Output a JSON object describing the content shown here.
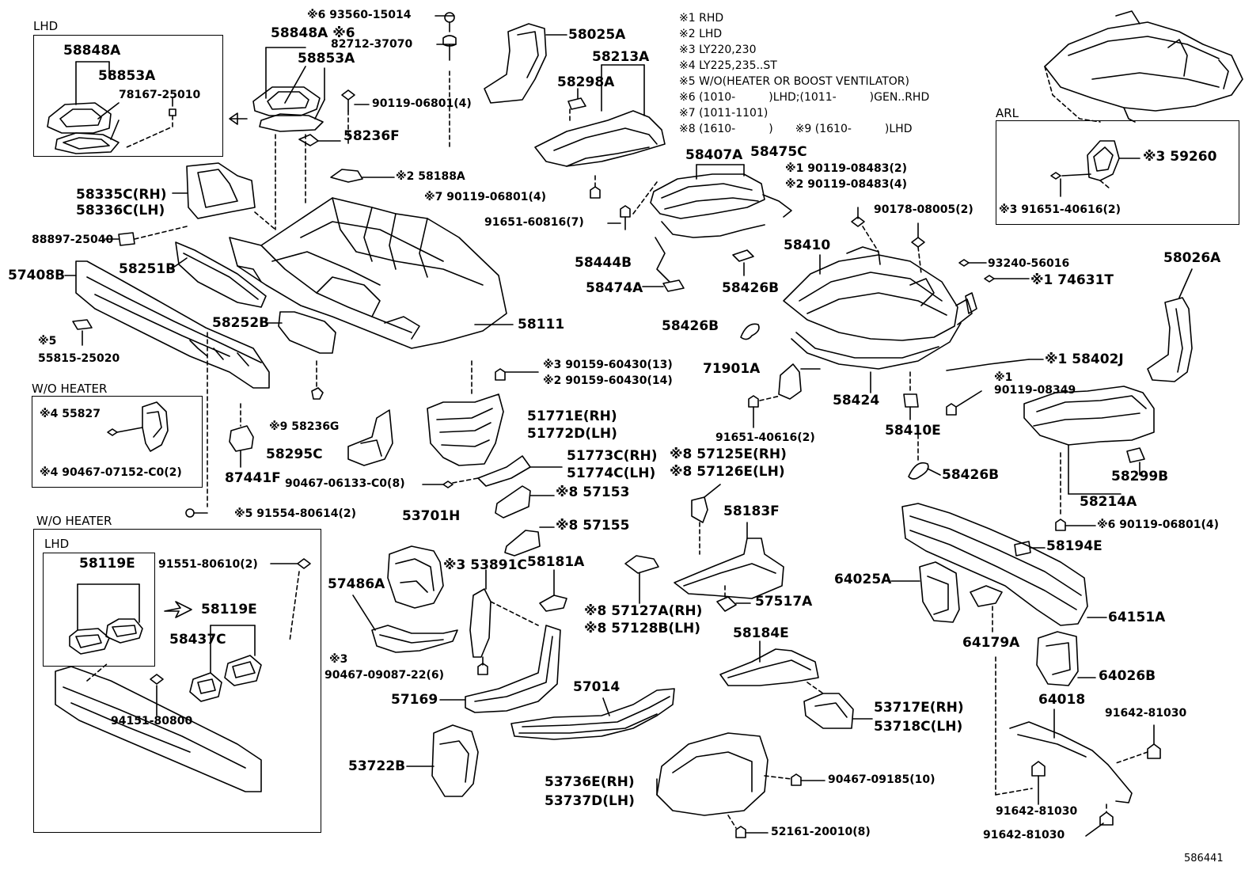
{
  "notes": [
    "※1 RHD",
    "※2 LHD",
    "※3 LY220,230",
    "※4 LY225,235..ST",
    "※5 W/O(HEATER OR BOOST VENTILATOR)",
    "※6 (1010-　　　)LHD;(1011-　　　)GEN..RHD",
    "※7 (1011-1101)",
    "※8 (1610-　　　)　　※9 (1610-　　　)LHD"
  ],
  "boxes": {
    "lhd_top": "LHD",
    "arl": "ARL",
    "wo_heater_a": "W/O HEATER",
    "wo_heater_b": "W/O HEATER",
    "lhd_inner": "LHD"
  },
  "figure_id": "586441",
  "callouts": [
    {
      "id": "c001",
      "text": "58848A",
      "size": "big"
    },
    {
      "id": "c002",
      "text": "58853A",
      "size": "big"
    },
    {
      "id": "c003",
      "text": "78167-25010",
      "size": "med"
    },
    {
      "id": "c004",
      "text": "58848A ※6",
      "size": "big"
    },
    {
      "id": "c005",
      "text": "58853A",
      "size": "big"
    },
    {
      "id": "c006",
      "text": "※6 93560-15014",
      "size": "med"
    },
    {
      "id": "c007",
      "text": "82712-37070",
      "size": "med"
    },
    {
      "id": "c008",
      "text": "90119-06801(4)",
      "size": "med"
    },
    {
      "id": "c009",
      "text": "58236F",
      "size": "big"
    },
    {
      "id": "c010",
      "text": "58025A",
      "size": "big"
    },
    {
      "id": "c011",
      "text": "58213A",
      "size": "big"
    },
    {
      "id": "c012",
      "text": "58298A",
      "size": "big"
    },
    {
      "id": "c013",
      "text": "※2 58188A",
      "size": "med"
    },
    {
      "id": "c014",
      "text": "※7 90119-06801(4)",
      "size": "med"
    },
    {
      "id": "c015",
      "text": "58335C(RH)",
      "size": "big"
    },
    {
      "id": "c016",
      "text": "58336C(LH)",
      "size": "big"
    },
    {
      "id": "c017",
      "text": "88897-25040",
      "size": "med"
    },
    {
      "id": "c018",
      "text": "57408B",
      "size": "big"
    },
    {
      "id": "c019",
      "text": "58251B",
      "size": "big"
    },
    {
      "id": "c020",
      "text": "58252B",
      "size": "big"
    },
    {
      "id": "c021",
      "text": "58111",
      "size": "big"
    },
    {
      "id": "c022",
      "text": "※5",
      "size": "med"
    },
    {
      "id": "c023",
      "text": "55815-25020",
      "size": "med"
    },
    {
      "id": "c024",
      "text": "※4 55827",
      "size": "med"
    },
    {
      "id": "c025",
      "text": "※4 90467-07152-C0(2)",
      "size": "med"
    },
    {
      "id": "c026",
      "text": "87441F",
      "size": "big"
    },
    {
      "id": "c027",
      "text": "※9 58236G",
      "size": "med"
    },
    {
      "id": "c028",
      "text": "58295C",
      "size": "big"
    },
    {
      "id": "c029",
      "text": "※5 91554-80614(2)",
      "size": "med"
    },
    {
      "id": "c030",
      "text": "58119E",
      "size": "big"
    },
    {
      "id": "c031",
      "text": "91551-80610(2)",
      "size": "med"
    },
    {
      "id": "c032",
      "text": "58119E",
      "size": "big"
    },
    {
      "id": "c033",
      "text": "58437C",
      "size": "big"
    },
    {
      "id": "c034",
      "text": "94151-80800",
      "size": "med"
    },
    {
      "id": "c035",
      "text": "58407A",
      "size": "big"
    },
    {
      "id": "c036",
      "text": "58475C",
      "size": "big"
    },
    {
      "id": "c037",
      "text": "※1 90119-08483(2)",
      "size": "med"
    },
    {
      "id": "c038",
      "text": "※2 90119-08483(4)",
      "size": "med"
    },
    {
      "id": "c039",
      "text": "90178-08005(2)",
      "size": "med"
    },
    {
      "id": "c040",
      "text": "91651-60816(7)",
      "size": "med"
    },
    {
      "id": "c041",
      "text": "58444B",
      "size": "big"
    },
    {
      "id": "c042",
      "text": "58474A",
      "size": "big"
    },
    {
      "id": "c043",
      "text": "58426B",
      "size": "big"
    },
    {
      "id": "c044",
      "text": "58410",
      "size": "big"
    },
    {
      "id": "c045",
      "text": "58426B",
      "size": "big"
    },
    {
      "id": "c046",
      "text": "※3 90159-60430(13)",
      "size": "med"
    },
    {
      "id": "c047",
      "text": "※2 90159-60430(14)",
      "size": "med"
    },
    {
      "id": "c048",
      "text": "71901A",
      "size": "big"
    },
    {
      "id": "c049",
      "text": "58424",
      "size": "big"
    },
    {
      "id": "c050",
      "text": "91651-40616(2)",
      "size": "med"
    },
    {
      "id": "c051",
      "text": "58410E",
      "size": "big"
    },
    {
      "id": "c052",
      "text": "51771E(RH)",
      "size": "big"
    },
    {
      "id": "c053",
      "text": "51772D(LH)",
      "size": "big"
    },
    {
      "id": "c054",
      "text": "51773C(RH)",
      "size": "big"
    },
    {
      "id": "c055",
      "text": "51774C(LH)",
      "size": "big"
    },
    {
      "id": "c056",
      "text": "90467-06133-C0(8)",
      "size": "med"
    },
    {
      "id": "c057",
      "text": "※8 57125E(RH)",
      "size": "big"
    },
    {
      "id": "c058",
      "text": "※8 57126E(LH)",
      "size": "big"
    },
    {
      "id": "c059",
      "text": "※8 57153",
      "size": "big"
    },
    {
      "id": "c060",
      "text": "※8 57155",
      "size": "big"
    },
    {
      "id": "c061",
      "text": "58426B",
      "size": "big"
    },
    {
      "id": "c062",
      "text": "53701H",
      "size": "big"
    },
    {
      "id": "c063",
      "text": "※3 53891C",
      "size": "big"
    },
    {
      "id": "c064",
      "text": "58181A",
      "size": "big"
    },
    {
      "id": "c065",
      "text": "58183F",
      "size": "big"
    },
    {
      "id": "c066",
      "text": "57486A",
      "size": "big"
    },
    {
      "id": "c067",
      "text": "57517A",
      "size": "big"
    },
    {
      "id": "c068",
      "text": "※8 57127A(RH)",
      "size": "big"
    },
    {
      "id": "c069",
      "text": "※8 57128B(LH)",
      "size": "big"
    },
    {
      "id": "c070",
      "text": "※3",
      "size": "med"
    },
    {
      "id": "c071",
      "text": "90467-09087-22(6)",
      "size": "med"
    },
    {
      "id": "c072",
      "text": "58184E",
      "size": "big"
    },
    {
      "id": "c073",
      "text": "57169",
      "size": "big"
    },
    {
      "id": "c074",
      "text": "57014",
      "size": "big"
    },
    {
      "id": "c075",
      "text": "53717E(RH)",
      "size": "big"
    },
    {
      "id": "c076",
      "text": "53718C(LH)",
      "size": "big"
    },
    {
      "id": "c077",
      "text": "53722B",
      "size": "big"
    },
    {
      "id": "c078",
      "text": "53736E(RH)",
      "size": "big"
    },
    {
      "id": "c079",
      "text": "53737D(LH)",
      "size": "big"
    },
    {
      "id": "c080",
      "text": "90467-09185(10)",
      "size": "med"
    },
    {
      "id": "c081",
      "text": "52161-20010(8)",
      "size": "med"
    },
    {
      "id": "c082",
      "text": "※3 59260",
      "size": "big"
    },
    {
      "id": "c083",
      "text": "※3 91651-40616(2)",
      "size": "med"
    },
    {
      "id": "c084",
      "text": "93240-56016",
      "size": "med"
    },
    {
      "id": "c085",
      "text": "※1 74631T",
      "size": "big"
    },
    {
      "id": "c086",
      "text": "58026A",
      "size": "big"
    },
    {
      "id": "c087",
      "text": "※1 58402J",
      "size": "big"
    },
    {
      "id": "c088",
      "text": "※1",
      "size": "med"
    },
    {
      "id": "c089",
      "text": "90119-08349",
      "size": "med"
    },
    {
      "id": "c090",
      "text": "58299B",
      "size": "big"
    },
    {
      "id": "c091",
      "text": "58214A",
      "size": "big"
    },
    {
      "id": "c092",
      "text": "※6 90119-06801(4)",
      "size": "med"
    },
    {
      "id": "c093",
      "text": "58194E",
      "size": "big"
    },
    {
      "id": "c094",
      "text": "64025A",
      "size": "big"
    },
    {
      "id": "c095",
      "text": "64151A",
      "size": "big"
    },
    {
      "id": "c096",
      "text": "64179A",
      "size": "big"
    },
    {
      "id": "c097",
      "text": "64026B",
      "size": "big"
    },
    {
      "id": "c098",
      "text": "64018",
      "size": "big"
    },
    {
      "id": "c099",
      "text": "91642-81030",
      "size": "med"
    },
    {
      "id": "c100",
      "text": "91642-81030",
      "size": "med"
    },
    {
      "id": "c101",
      "text": "91642-81030",
      "size": "med"
    }
  ]
}
